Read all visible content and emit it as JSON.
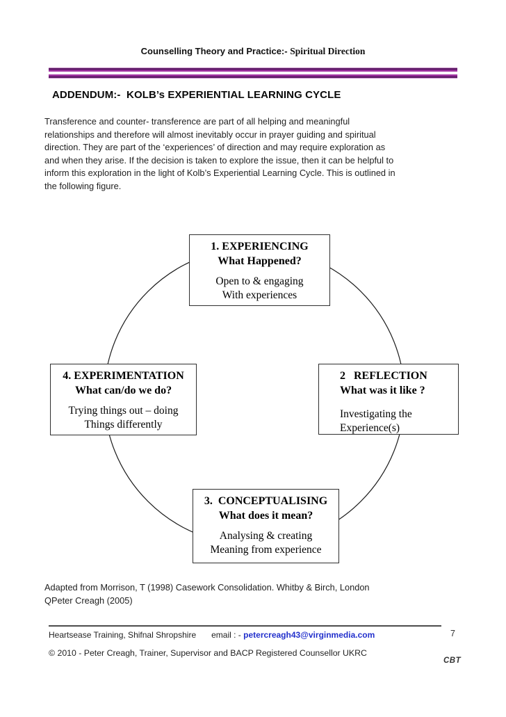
{
  "header": {
    "title_sans": "Counselling Theory and Practice:- ",
    "title_serif": "Spiritual Direction"
  },
  "heading": "ADDENDUM:-  KOLB’s EXPERIENTIAL LEARNING CYCLE",
  "intro": {
    "lines": [
      "Transference and counter- transference are part of all helping and meaningful",
      "relationships and therefore will almost inevitably occur in prayer guiding and spiritual",
      "direction. They are part of the ‘experiences’ of direction and may require exploration as",
      "and when they arise. If the decision is taken to explore the issue, then it can be helpful to",
      "inform this exploration in the light of Kolb’s Experiential Learning Cycle. This is outlined in",
      "the following figure."
    ]
  },
  "diagram": {
    "boxes": [
      {
        "title1": "1. EXPERIENCING",
        "title2": "What Happened?",
        "body1": "Open to & engaging",
        "body2": "With experiences"
      },
      {
        "title1": "2   REFLECTION",
        "title2": "What was it like ?",
        "body1": "Investigating the",
        "body2": "Experience(s)"
      },
      {
        "title1": "3.  CONCEPTUALISING",
        "title2": "What does it mean?",
        "body1": "Analysing & creating",
        "body2": "Meaning from experience"
      },
      {
        "title1": "4. EXPERIMENTATION",
        "title2": "What can/do we do?",
        "body1": "Trying things out – doing",
        "body2": "Things differently"
      }
    ]
  },
  "attribution": {
    "line1": "Adapted from Morrison, T (1998) Casework Consolidation. Whitby & Birch, London",
    "line2": "QPeter Creagh (2005)"
  },
  "footer": {
    "org": "Heartsease Training, Shifnal Shropshire",
    "email_label": "email : - ",
    "email": "petercreagh43@virginmedia.com",
    "page_number": "7",
    "copyright": "© 2010 - Peter Creagh, Trainer, Supervisor and BACP Registered Counsellor UKRC",
    "cbt": "CBT"
  },
  "colors": {
    "accent_purple": "#993399",
    "accent_purple_dark": "#5c1a66",
    "email_blue": "#2230cc"
  }
}
